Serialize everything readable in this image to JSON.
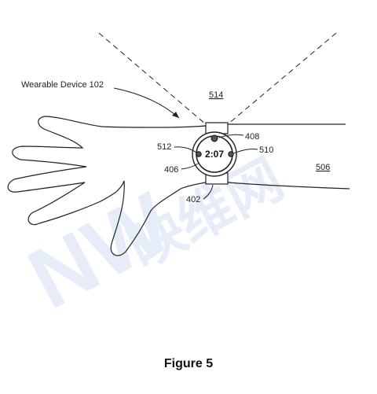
{
  "labels": {
    "wearable": "Wearable Device 102",
    "ref_514": "514",
    "ref_408": "408",
    "ref_512": "512",
    "ref_510": "510",
    "ref_406": "406",
    "ref_506": "506",
    "ref_402": "402"
  },
  "watch_time": "2:07",
  "caption": "Figure 5",
  "watermark_text": "NW 映维网"
}
